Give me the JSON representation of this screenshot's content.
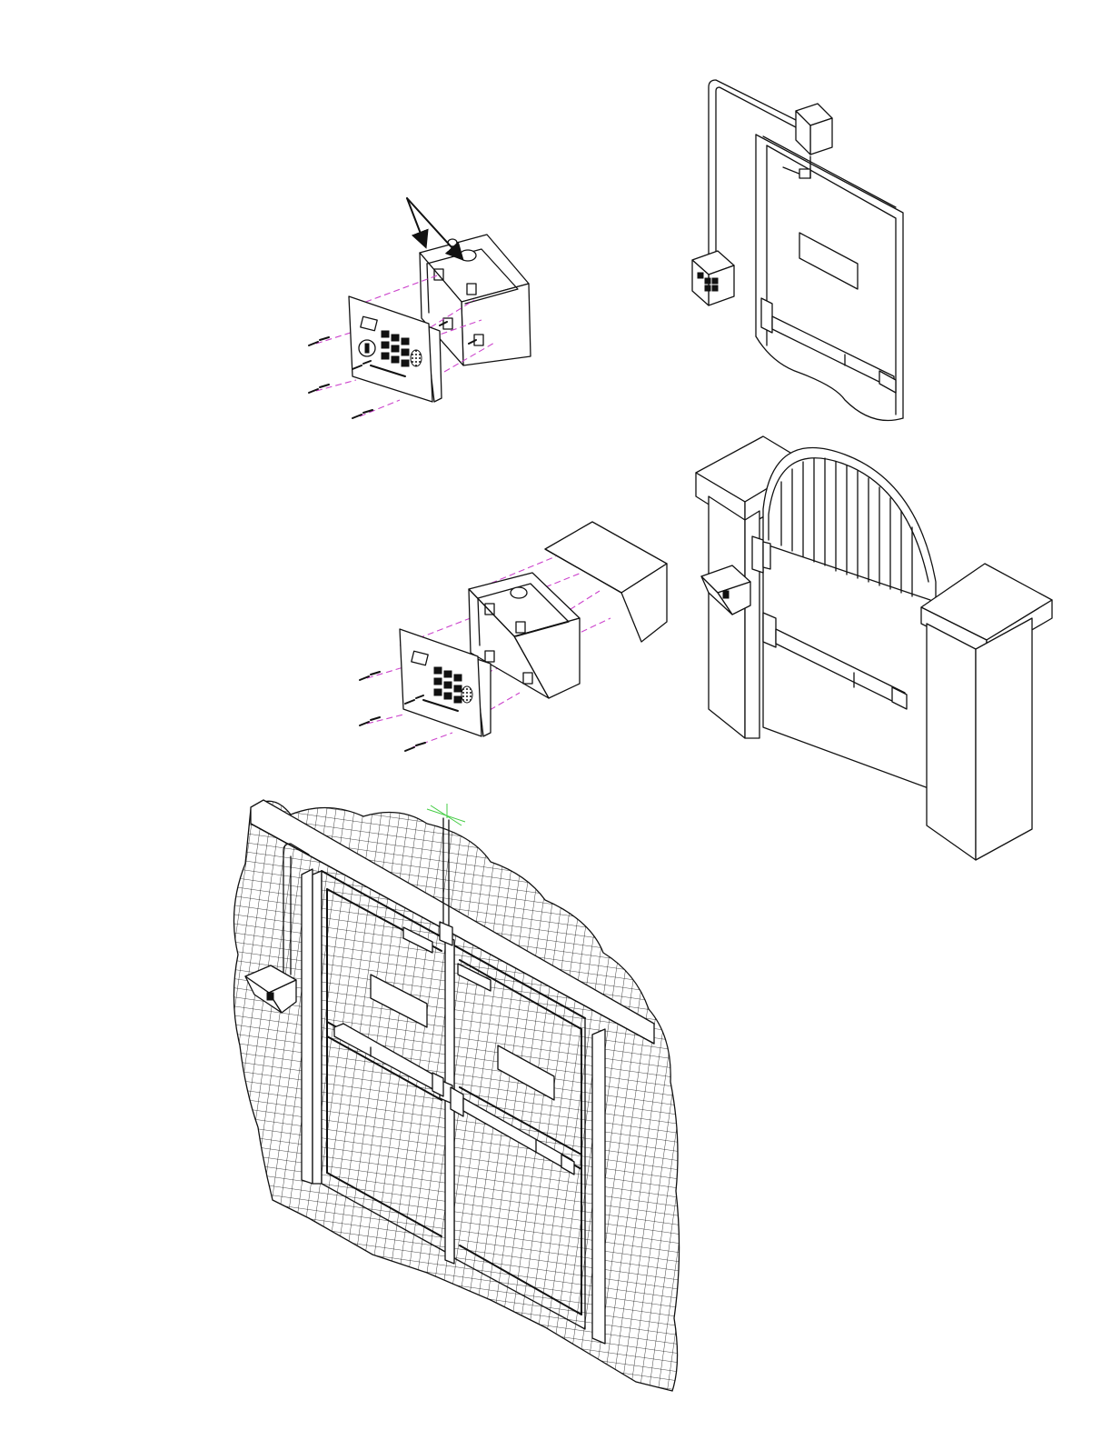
{
  "colors": {
    "ink": "#111111",
    "guide_line": "#cc44cc",
    "antenna": "#44cc44",
    "background": "#ffffff"
  },
  "panels": [
    {
      "id": "surface-mount-exploded",
      "depicts": [
        "keypad-faceplate",
        "back-box",
        "mounting-screws",
        "knockout-arrows"
      ]
    },
    {
      "id": "door-installation",
      "depicts": [
        "wall-mounted-keypad",
        "conduit",
        "junction-box",
        "door-frame",
        "panic-bar"
      ]
    },
    {
      "id": "hooded-mount-exploded",
      "depicts": [
        "keypad-faceplate",
        "back-box",
        "rain-hood",
        "mounting-screws"
      ]
    },
    {
      "id": "gate-installation",
      "depicts": [
        "stone-pillars",
        "arched-gate",
        "hooded-keypad",
        "maglock",
        "panic-bar"
      ]
    },
    {
      "id": "double-gate-installation",
      "depicts": [
        "mesh-fence",
        "double-gate",
        "hooded-keypad",
        "antenna",
        "panic-bars"
      ]
    }
  ]
}
